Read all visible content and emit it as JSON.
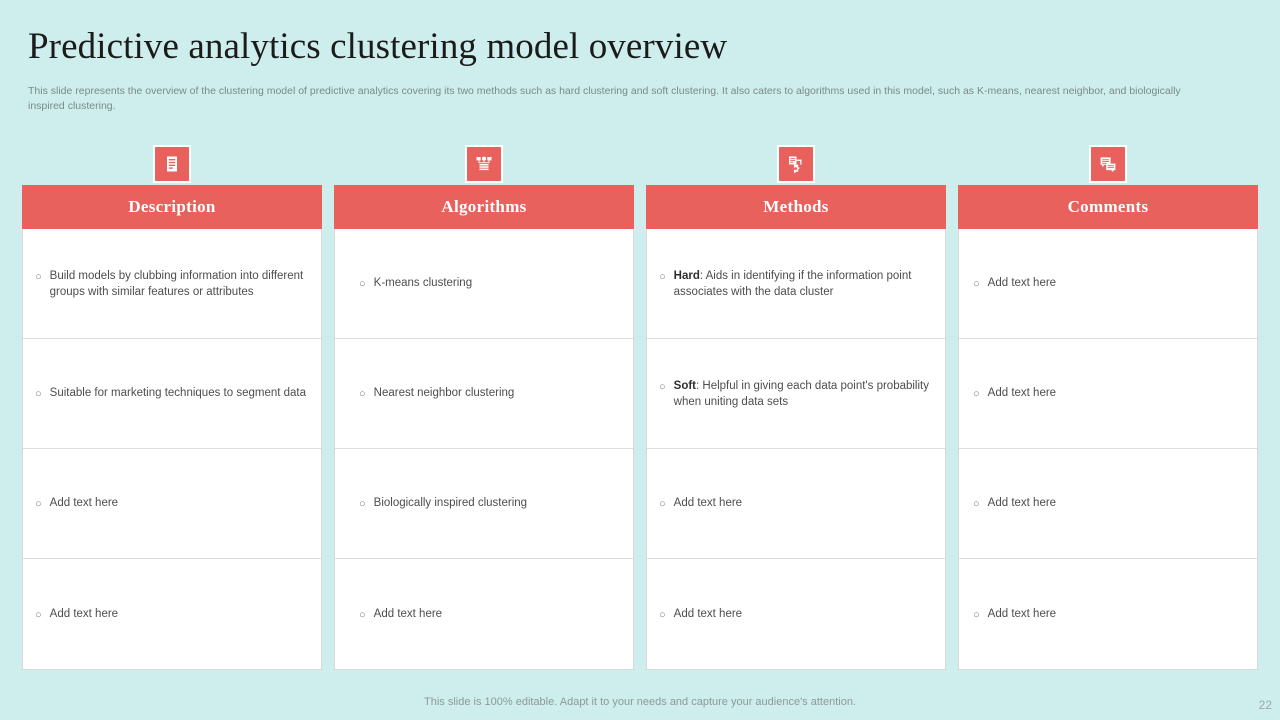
{
  "slide": {
    "title": "Predictive analytics clustering model overview",
    "subtitle": "This slide represents the overview of the clustering model of predictive analytics covering its two methods such as hard clustering and soft clustering. It also caters to algorithms used in this model, such as K-means, nearest neighbor, and biologically inspired clustering.",
    "footer_note": "This slide is 100% editable. Adapt it to your needs and capture your audience's attention.",
    "page_number": "22",
    "colors": {
      "background": "#cdeeec",
      "accent": "#e8615d",
      "header_text": "#ffffff",
      "body_text": "#4d4d4d",
      "muted_text": "#7b8a8a",
      "cell_background": "#ffffff",
      "cell_border": "#dddddd"
    }
  },
  "table": {
    "bullet_glyph": "○",
    "columns": [
      {
        "header": "Description",
        "icon": "document-lines-icon",
        "cells": [
          {
            "text": "Build models by clubbing information into different groups with similar features or attributes",
            "bold_prefix": ""
          },
          {
            "text": "Suitable for marketing techniques to segment data",
            "bold_prefix": ""
          },
          {
            "text": "Add text here",
            "bold_prefix": ""
          },
          {
            "text": "Add text here",
            "bold_prefix": ""
          }
        ]
      },
      {
        "header": "Algorithms",
        "icon": "flowchart-icon",
        "cells": [
          {
            "text": "K-means clustering",
            "bold_prefix": ""
          },
          {
            "text": "Nearest neighbor clustering",
            "bold_prefix": ""
          },
          {
            "text": "Biologically inspired clustering",
            "bold_prefix": ""
          },
          {
            "text": "Add text here",
            "bold_prefix": ""
          }
        ]
      },
      {
        "header": "Methods",
        "icon": "document-gear-icon",
        "cells": [
          {
            "bold_prefix": "Hard",
            "text": ": Aids in identifying if the information point associates with the data cluster"
          },
          {
            "bold_prefix": "Soft",
            "text": ": Helpful in giving each data point's probability when uniting data sets"
          },
          {
            "bold_prefix": "",
            "text": "Add text here"
          },
          {
            "bold_prefix": "",
            "text": "Add text here"
          }
        ]
      },
      {
        "header": "Comments",
        "icon": "speech-bubbles-icon",
        "cells": [
          {
            "text": "Add text here",
            "bold_prefix": ""
          },
          {
            "text": "Add text here",
            "bold_prefix": ""
          },
          {
            "text": "Add text here",
            "bold_prefix": ""
          },
          {
            "text": "Add text here",
            "bold_prefix": ""
          }
        ]
      }
    ]
  }
}
